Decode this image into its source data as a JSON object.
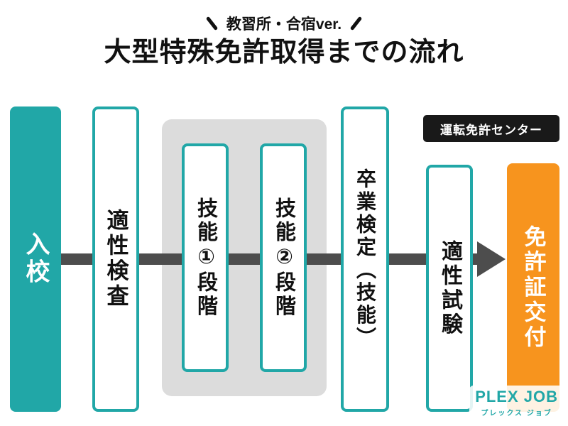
{
  "header": {
    "tagline": "教習所・合宿ver.",
    "title": "大型特殊免許取得までの流れ"
  },
  "flow": {
    "center_label": "運転免許センター",
    "steps": [
      {
        "label": "入校"
      },
      {
        "label": "適性検査"
      },
      {
        "label": "技能①段階"
      },
      {
        "label": "技能②段階"
      },
      {
        "label": "卒業検定（技能）"
      },
      {
        "label": "適性試験"
      },
      {
        "label": "免許証交付"
      }
    ]
  },
  "footer": {
    "logo": "PLEX JOB",
    "logo_sub": "プレックス ジョブ"
  },
  "colors": {
    "teal": "#21a7a7",
    "orange": "#f7941e",
    "group_bg": "#dcdcdc",
    "arrow": "#4d4d4d",
    "label_bg": "#191919"
  }
}
